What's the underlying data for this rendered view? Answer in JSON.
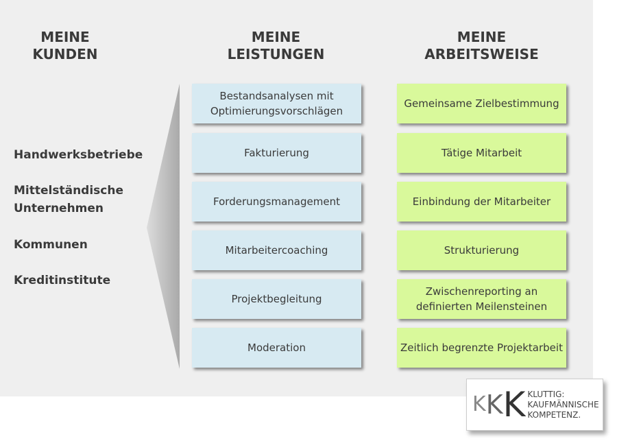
{
  "headers": {
    "kunden": [
      "MEINE",
      "KUNDEN"
    ],
    "leistungen": [
      "MEINE",
      "LEISTUNGEN"
    ],
    "arbeitsweise": [
      "MEINE",
      "ARBEITSWEISE"
    ]
  },
  "kunden": [
    "Handwerksbetriebe",
    "Mittelständische Unternehmen",
    "Kommunen",
    "Kreditinstitute"
  ],
  "leistungen": [
    "Bestandsanalysen mit Optimierungsvorschlägen",
    "Fakturierung",
    "Forderungsmanagement",
    "Mitarbeitercoaching",
    "Projektbegleitung",
    "Moderation"
  ],
  "arbeitsweise": [
    "Gemeinsame Zielbestimmung",
    "Tätige Mitarbeit",
    "Einbindung der Mitarbeiter",
    "Strukturierung",
    "Zwischenreporting an definierten Meilensteinen",
    "Zeitlich begrenzte Projektarbeit"
  ],
  "logo": {
    "mark": "KKK",
    "lines": [
      "KLUTTIG:",
      "KAUFMÄNNISCHE",
      "KOMPETENZ."
    ]
  },
  "colors": {
    "blue": "#d7eaf2",
    "green": "#d9f99b",
    "panel": "#efefef"
  }
}
